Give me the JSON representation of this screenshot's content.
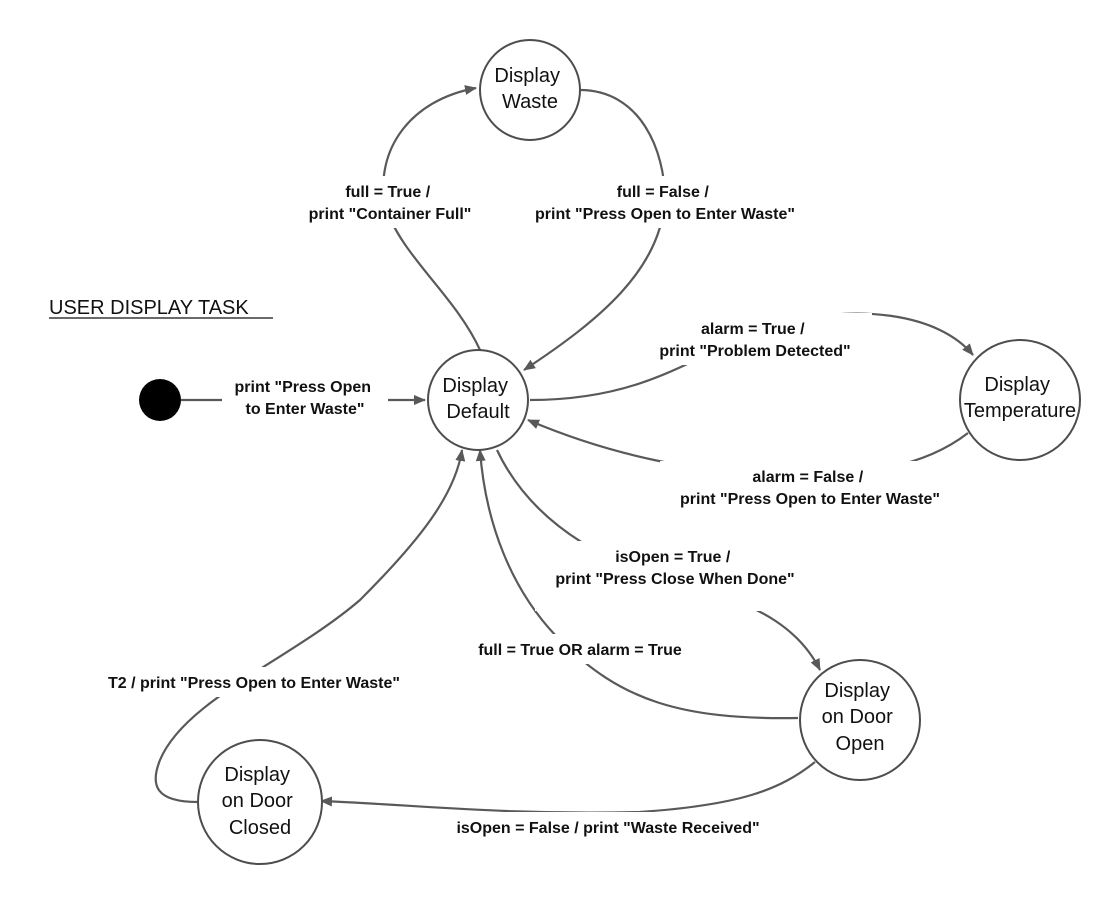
{
  "diagram": {
    "title": "USER DISPLAY TASK",
    "colors": {
      "line": "#595959",
      "node_stroke": "#4d4d4d",
      "initial": "#000000",
      "text": "#111111"
    },
    "states": {
      "waste": [
        "Display",
        "Waste"
      ],
      "default": [
        "Display",
        "Default"
      ],
      "temperature": [
        "Display",
        "Temperature"
      ],
      "door_open": [
        "Display",
        "on Door",
        "Open"
      ],
      "door_closed": [
        "Display",
        "on Door",
        "Closed"
      ]
    },
    "transitions": {
      "initial": [
        "print \"Press Open",
        "to Enter Waste\""
      ],
      "full_true": [
        "full = True /",
        "print \"Container Full\""
      ],
      "full_false": [
        "full = False /",
        "print \"Press Open to Enter Waste\""
      ],
      "alarm_true": [
        "alarm = True /",
        "print \"Problem Detected\""
      ],
      "alarm_false": [
        "alarm = False /",
        "print \"Press Open to Enter Waste\""
      ],
      "is_open_true": [
        "isOpen = True /",
        "print \"Press Close When Done\""
      ],
      "full_or_alarm": [
        "full = True OR alarm = True"
      ],
      "is_open_false": [
        "isOpen = False / print \"Waste Received\""
      ],
      "t2": [
        "T2 / print \"Press Open to Enter Waste\""
      ]
    }
  }
}
